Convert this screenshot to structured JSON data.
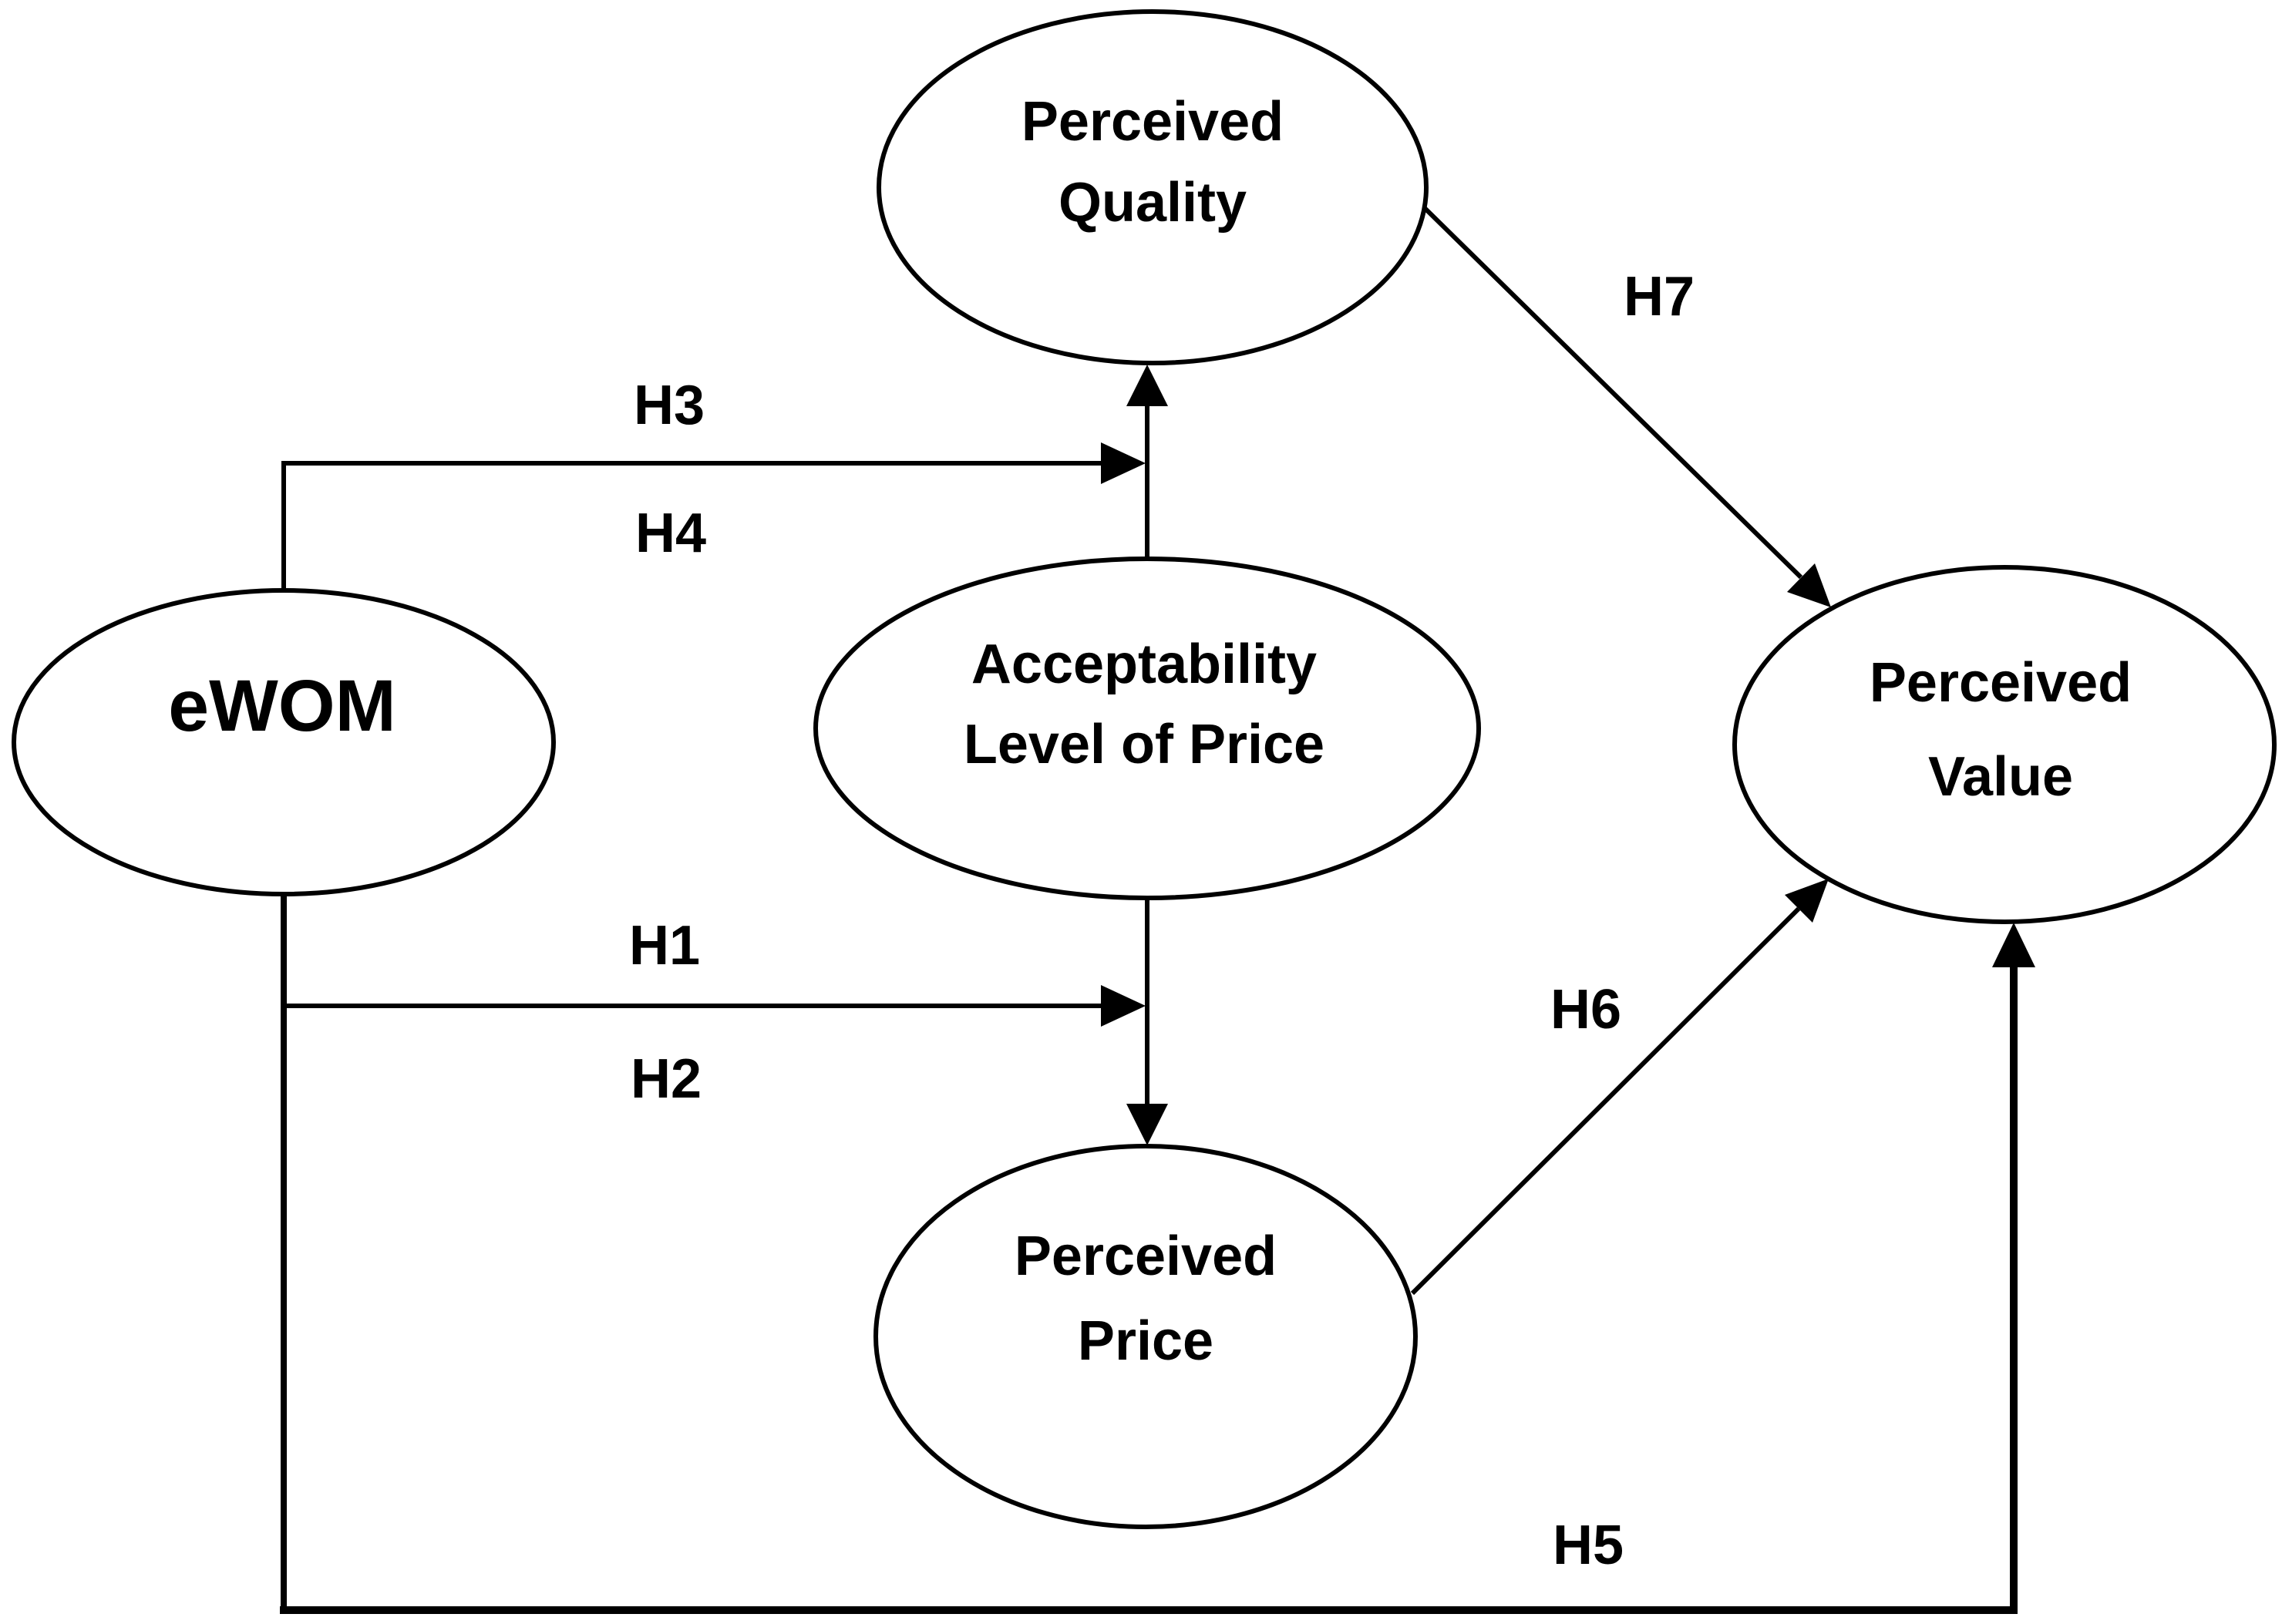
{
  "colors": {
    "ink": "#000000",
    "background": "#ffffff"
  },
  "nodes": {
    "perceived_quality": {
      "line1": "Perceived",
      "line2": "Quality"
    },
    "ewom": {
      "label": "eWOM"
    },
    "acceptability_level_of_price": {
      "line1": "Acceptability",
      "line2": "Level of Price"
    },
    "perceived_price": {
      "line1": "Perceived",
      "line2": "Price"
    },
    "perceived_value": {
      "line1": "Perceived",
      "line2": "Value"
    }
  },
  "hypothesis_labels": {
    "h1": "H1",
    "h2": "H2",
    "h3": "H3",
    "h4": "H4",
    "h5": "H5",
    "h6": "H6",
    "h7": "H7"
  }
}
